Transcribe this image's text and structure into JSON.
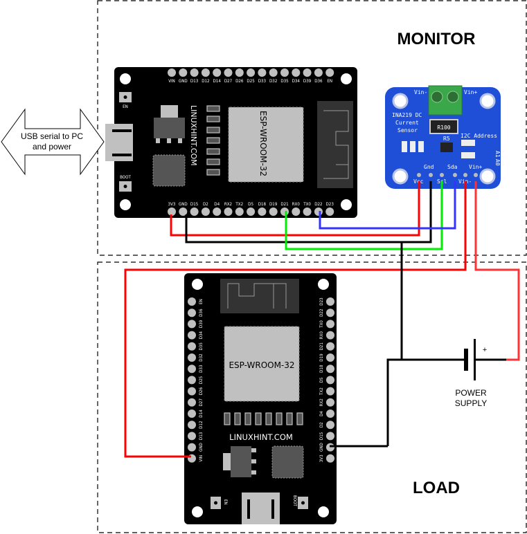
{
  "sections": {
    "monitor_title": "MONITOR",
    "load_title": "LOAD"
  },
  "usb_arrow": {
    "line1": "USB serial to PC",
    "line2": "and power"
  },
  "monitor_board": {
    "module_label": "ESP-WROOM-32",
    "brand": "LINUXHINT.COM",
    "en_label": "EN",
    "boot_label": "BOOT",
    "top_pins": [
      "VIN",
      "GND",
      "D13",
      "D12",
      "D14",
      "D27",
      "D26",
      "D25",
      "D33",
      "D32",
      "D35",
      "D34",
      "D39",
      "D36",
      "EN"
    ],
    "bottom_pins": [
      "3V3",
      "GND",
      "D15",
      "D2",
      "D4",
      "RX2",
      "TX2",
      "D5",
      "D18",
      "D19",
      "D21",
      "RX0",
      "TX0",
      "D22",
      "D23"
    ]
  },
  "load_board": {
    "module_label": "ESP-WROOM-32",
    "brand": "LINUXHINT.COM",
    "en_label": "EN",
    "boot_label": "BOOT",
    "left_pins": [
      "EN",
      "D36",
      "D39",
      "D34",
      "D35",
      "D32",
      "D33",
      "D25",
      "D26",
      "D27",
      "D14",
      "D12",
      "D13",
      "GND",
      "VIN"
    ],
    "right_pins": [
      "D23",
      "D22",
      "TX0",
      "RX0",
      "D21",
      "D19",
      "D18",
      "D5",
      "TX2",
      "RX2",
      "D4",
      "D2",
      "D15",
      "GND",
      "3V3"
    ]
  },
  "sensor": {
    "title_line1": "INA219 DC",
    "title_line2": "Current",
    "title_line3": "Sensor",
    "resistor": "R100",
    "r5": "R5",
    "i2c": "I2C Address",
    "a0": "A0",
    "a1": "A1",
    "vin_minus_top": "Vin-",
    "vin_plus_top": "Vin+",
    "pin_top_labels": [
      "Gnd",
      "Sda",
      "Vin+"
    ],
    "pin_bottom_labels": [
      "Vcc",
      "Scl",
      "Vin-"
    ]
  },
  "power_supply": {
    "plus": "+",
    "line1": "POWER",
    "line2": "SUPPLY"
  },
  "colors": {
    "vcc_wire": "#ff0000",
    "gnd_wire": "#000000",
    "scl_wire": "#00ee00",
    "sda_wire": "#3333ff",
    "vin_wire": "#ff3333",
    "board": "#000000",
    "pin": "#c0c0c0",
    "sensor": "#1f4fd6",
    "terminal": "#3aa84a"
  }
}
